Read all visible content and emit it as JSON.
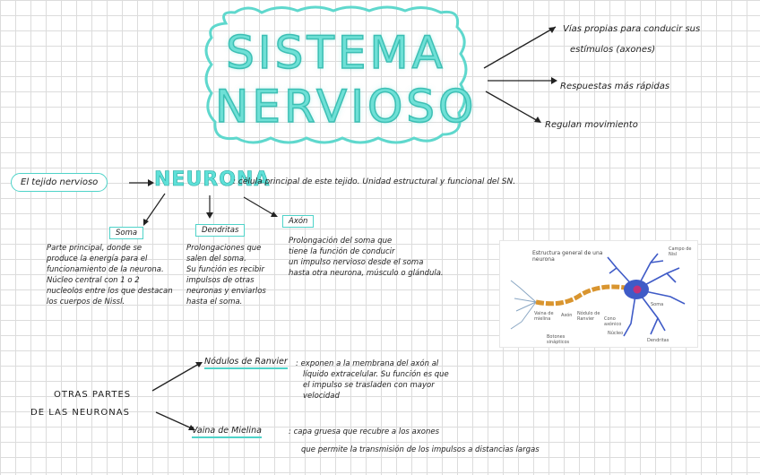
{
  "title": {
    "line1": "SISTEMA",
    "line2": "NERVIOSO"
  },
  "title_bullets": [
    "Vías propias para conducir sus",
    "estímulos (axones)",
    "Respuestas más rápidas",
    "Regulan movimiento"
  ],
  "tejido": {
    "label": "El tejido nervioso",
    "neurona": "NEURONA",
    "definition": ": célula principal de este tejido. Unidad estructural y funcional del SN."
  },
  "parts": {
    "soma": {
      "label": "Soma",
      "lines": [
        "Parte principal, donde se",
        "produce la energía para el",
        "funcionamiento de la neurona.",
        "Núcleo central con 1 o 2",
        "nucleolos entre los que destacan",
        "los cuerpos de Nissl."
      ]
    },
    "dendritas": {
      "label": "Dendritas",
      "lines": [
        "Prolongaciones que",
        "salen del soma.",
        "Su función es recibir",
        "impulsos de otras",
        "neuronas y enviarlos",
        "hasta el soma."
      ]
    },
    "axon": {
      "label": "Axón",
      "lines": [
        "Prolongación del soma que",
        "tiene la función de conducir",
        "un impulso nervioso desde el soma",
        "hasta otra neurona, músculo o glándula."
      ]
    }
  },
  "diagram": {
    "title": "Estructura general de una neurona",
    "labels": [
      "Campo de Nisl",
      "Soma",
      "Núcleo",
      "Dendritas",
      "Vaina de mielina",
      "Axón",
      "Nódulo de Ranvier",
      "Botones sinápticos",
      "Cono axónico"
    ]
  },
  "otras": {
    "heading1": "OTRAS PARTES",
    "heading2": "DE LAS NEURONAS",
    "ranvier": {
      "label": "Nódulos de Ranvier",
      "lines": [
        ": exponen a la membrana del axón al",
        "líquido extracelular. Su función es que",
        "el impulso se trasladen con mayor",
        "velocidad"
      ]
    },
    "mielina": {
      "label": "Vaina de Mielina",
      "lines": [
        ": capa gruesa que recubre a los axones",
        "que permite la transmisión de los impulsos a distancias largas"
      ]
    }
  },
  "colors": {
    "accent": "#4fd3c9",
    "neuron_axon": "#e0a53a",
    "neuron_body": "#3f5bc7",
    "nucleus": "#c0327a"
  }
}
